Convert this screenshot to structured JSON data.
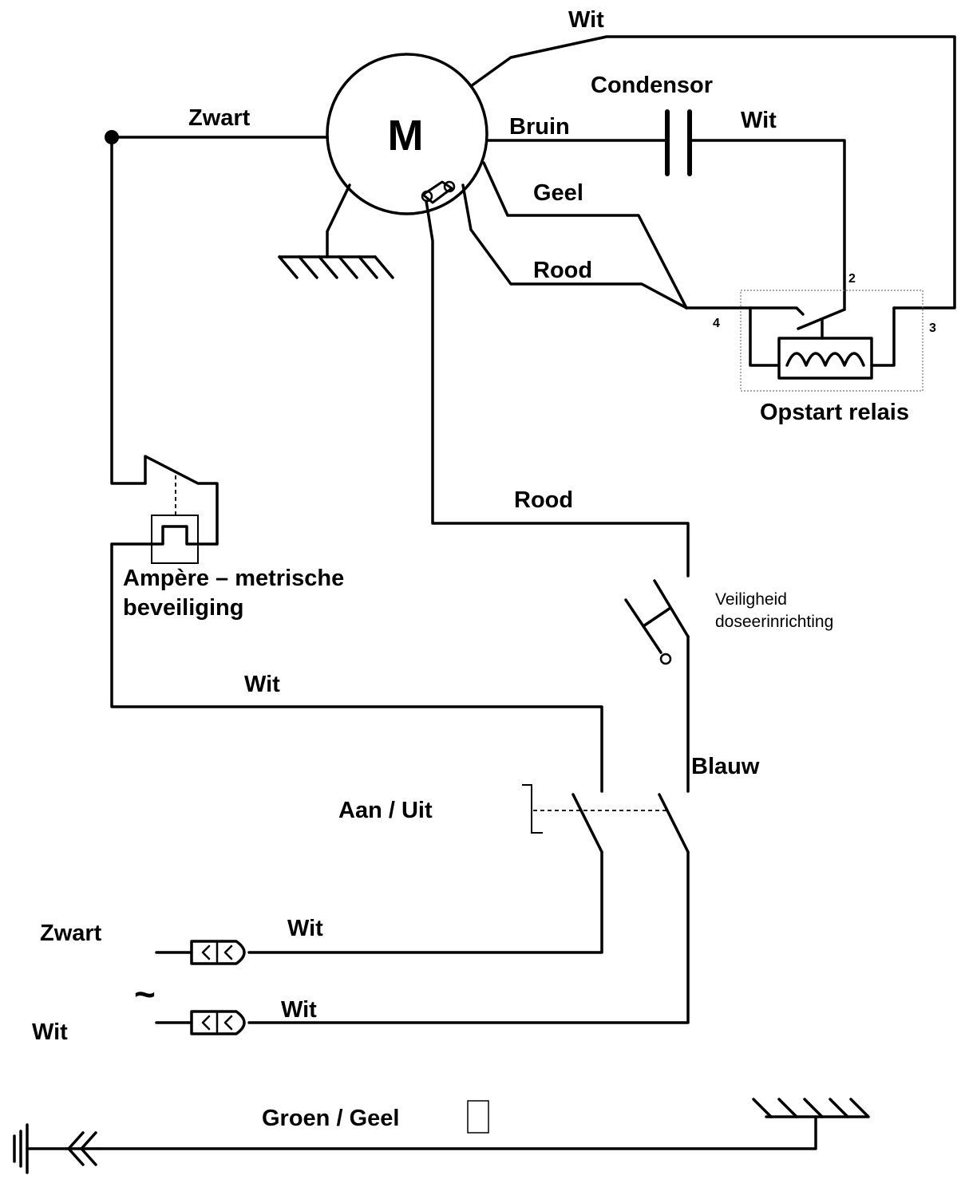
{
  "motor": {
    "symbol": "M"
  },
  "labels": {
    "wit_top": "Wit",
    "condensor": "Condensor",
    "zwart_top": "Zwart",
    "bruin": "Bruin",
    "wit_condensor": "Wit",
    "geel": "Geel",
    "rood_upper": "Rood",
    "relay_pin_2": "2",
    "relay_pin_4": "4",
    "relay_pin_3": "3",
    "opstart_relais": "Opstart relais",
    "rood_lower": "Rood",
    "ampere_line1": "Ampère – metrische",
    "ampere_line2": "beveiliging",
    "veiligheid_line1": "Veiligheid",
    "veiligheid_line2": "doseerinrichting",
    "wit_middle": "Wit",
    "blauw": "Blauw",
    "aan_uit": "Aan / Uit",
    "zwart_plug": "Zwart",
    "wit_plug1": "Wit",
    "tilde": "~",
    "wit_plug2": "Wit",
    "wit_left": "Wit",
    "groen_geel": "Groen / Geel"
  }
}
